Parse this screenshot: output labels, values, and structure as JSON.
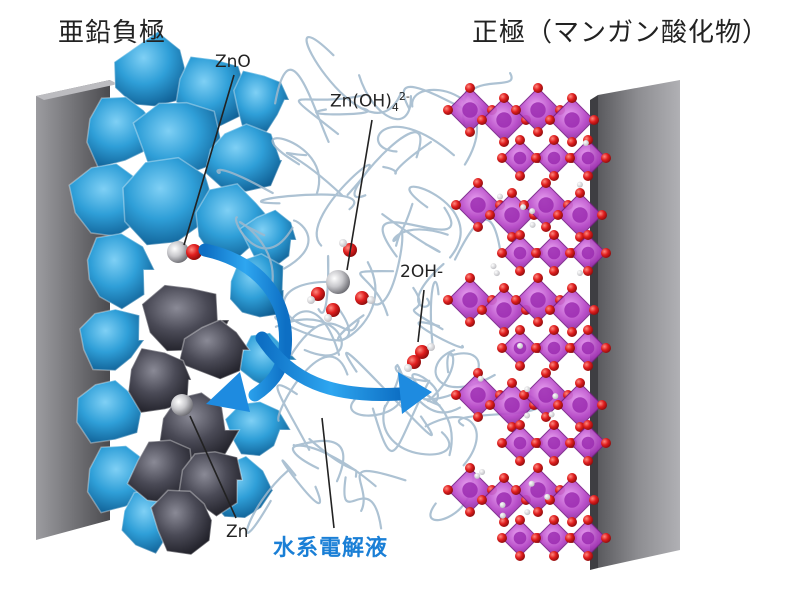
{
  "titles": {
    "anode": "亜鉛負極",
    "cathode": "正極（マンガン酸化物）"
  },
  "labels": {
    "zno": "ZnO",
    "zincate_base": "Zn(OH)",
    "zincate_sub": "4",
    "zincate_sup": "2-",
    "hydroxide": "2OH-",
    "zn": "Zn",
    "electrolyte": "水系電解液"
  },
  "colors": {
    "anode_zno": "#2f9fd8",
    "anode_zn": "#3a3a44",
    "cathode_octahedra": "#b23fc4",
    "oxygen": "#e01e1e",
    "arrow": "#1e8be0",
    "electrolyte_text": "#1a7fd6",
    "collector": "#8a8a8e"
  }
}
